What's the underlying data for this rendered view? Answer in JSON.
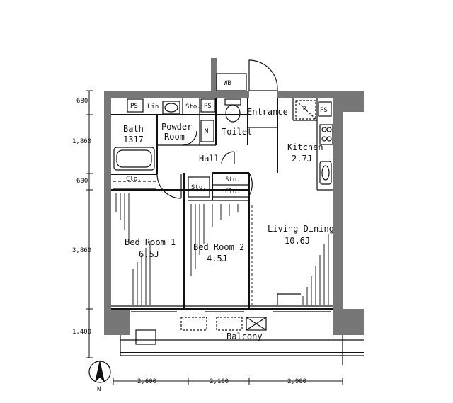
{
  "plan": {
    "rooms": {
      "bath": "Bath",
      "bath_code": "1317",
      "powder_room_1": "Powder",
      "powder_room_2": "Room",
      "toilet": "Toilet",
      "entrance": "Entrance",
      "kitchen": "Kitchen",
      "kitchen_size": "2.7J",
      "hall": "Hall",
      "bedroom1": "Bed Room 1",
      "bedroom1_size": "6.5J",
      "bedroom2": "Bed Room 2",
      "bedroom2_size": "4.5J",
      "living": "Living Dining",
      "living_size": "10.6J",
      "balcony": "Balcony"
    },
    "fixtures": {
      "wb": "WB",
      "ps_1": "PS",
      "ps_2": "PS",
      "ps_3": "PS",
      "lin": "Lin",
      "sto_1": "Sto.",
      "sto_2": "Sto.",
      "sto_3": "Sto.",
      "clo_1": "Clo.",
      "clo_2": "Clo.",
      "m": "M",
      "r": "R"
    },
    "dimensions": {
      "left": [
        "680",
        "1,860",
        "600",
        "3,860",
        "1,400"
      ],
      "bottom": [
        "2,600",
        "2,100",
        "2,900"
      ]
    },
    "compass": "N"
  }
}
